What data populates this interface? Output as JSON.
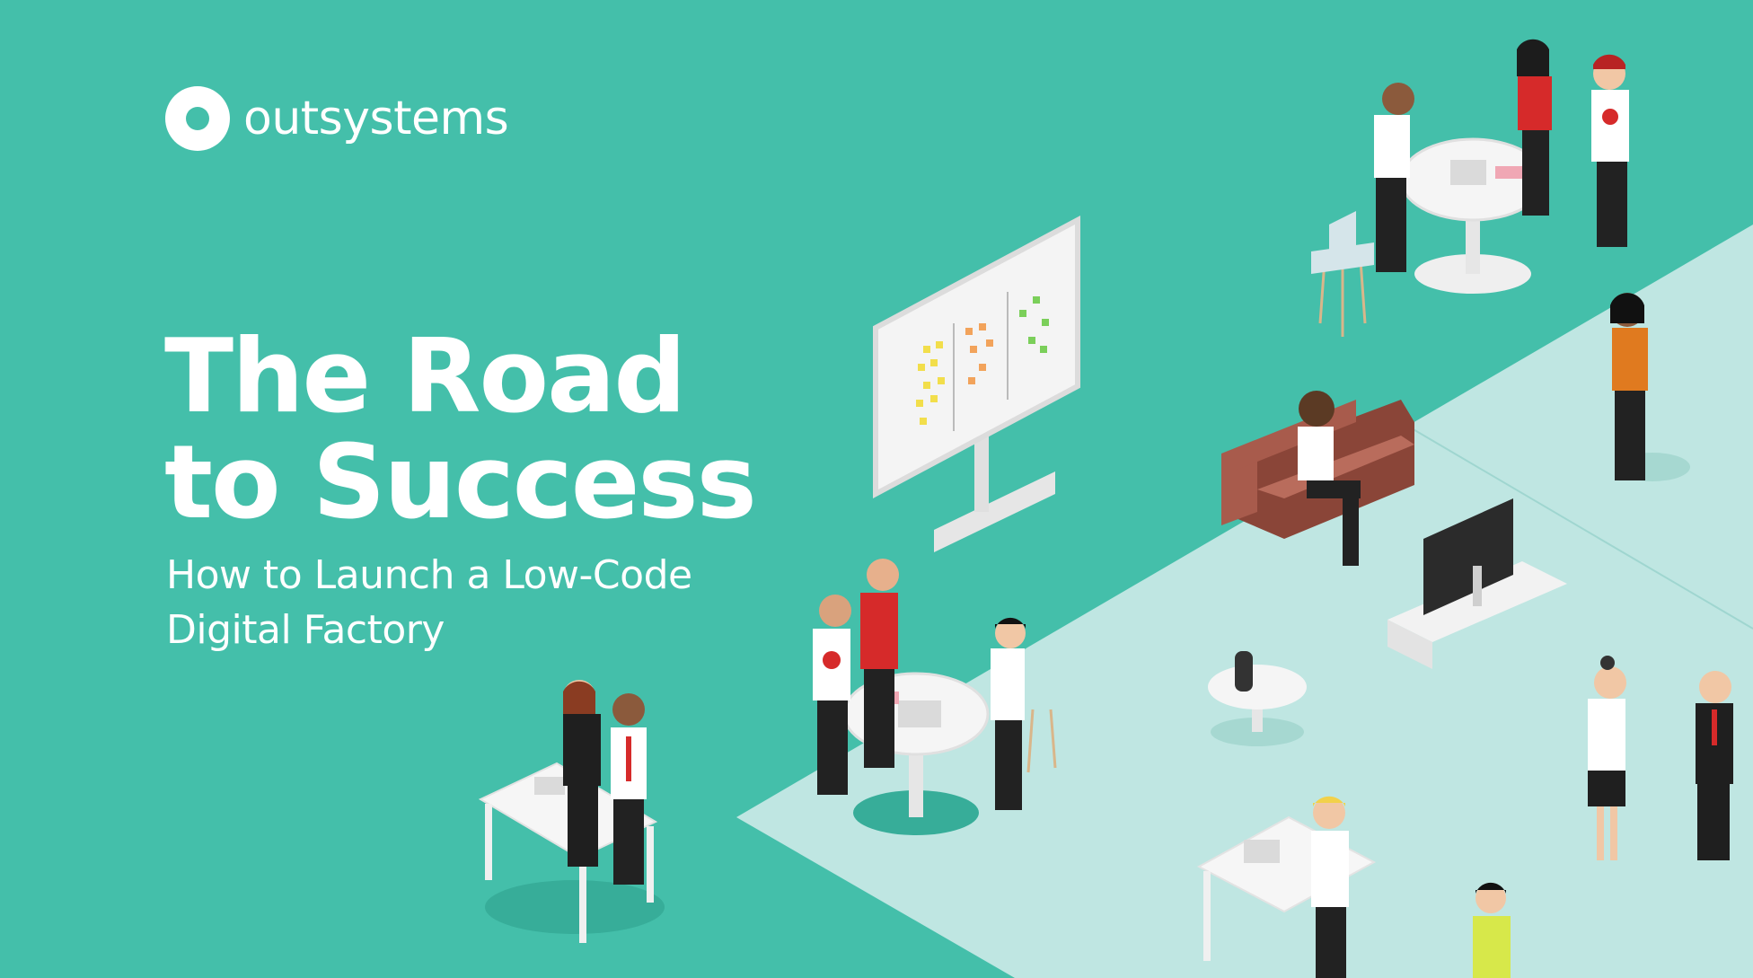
{
  "colors": {
    "background": "#44bfaa",
    "floor": "#bfe6e2",
    "text": "#ffffff",
    "accent_red": "#d62a2a",
    "sofa": "#9a4f43"
  },
  "brand": {
    "logo_icon": "outsystems-ring-icon",
    "name": "outsystems"
  },
  "hero": {
    "title_line1": "The Road",
    "title_line2": "to Success",
    "subtitle_line1": "How to Launch a Low-Code",
    "subtitle_line2": "Digital Factory"
  },
  "illustration": {
    "icons": [
      "kanban-board-icon",
      "sofa-icon",
      "monitor-icon",
      "smart-speaker-icon",
      "laptop-icon",
      "table-icon",
      "stool-icon",
      "person-icon"
    ]
  }
}
